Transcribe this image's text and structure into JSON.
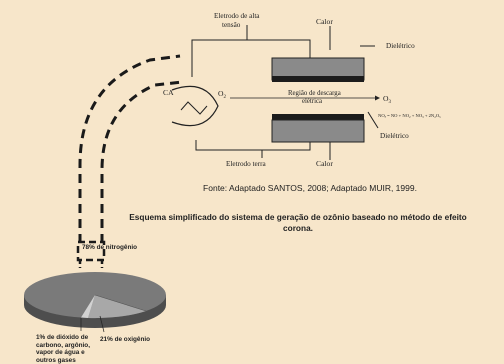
{
  "diagram": {
    "labels": {
      "high_voltage_electrode": [
        "Eletrodo de alta",
        "tensão"
      ],
      "heat_top": "Calor",
      "dielectric_top": "Dielétrico",
      "ca": "CA",
      "o2": "O",
      "o2_subscript": "2",
      "discharge_region": [
        "Região de descarga",
        "elétrica"
      ],
      "o3": "O",
      "o3_subscript": "3",
      "nox_formula": "NOₓ = NO + NO₂ + NO₃ + 2N₂O₅",
      "dielectric_bottom": "Dielétrico",
      "ground_electrode": "Eletrodo terra",
      "heat_bottom": "Calor"
    },
    "source": "Fonte: Adaptado SANTOS, 2008; Adaptado MUIR, 1999.",
    "caption": "Esquema simplificado do sistema de geração de ozônio baseado no método de efeito corona."
  },
  "air_composition": {
    "nitrogen_label": "78% de nitrogênio",
    "oxygen_label": "21% de oxigênio",
    "others_label": [
      "1% de dióxido de",
      "carbono, argônio,",
      "vapor de água e",
      "outros gases"
    ],
    "slices": [
      {
        "name": "nitrogênio",
        "percent": 78
      },
      {
        "name": "oxigênio",
        "percent": 21
      },
      {
        "name": "outros",
        "percent": 1
      }
    ],
    "colors": {
      "nitrogen": "#7a7a7a",
      "oxygen": "#a8a8a8",
      "others": "#d2d2d2"
    }
  },
  "colors": {
    "background": "#f7e6ca",
    "plate_fill": "#8a8a8a",
    "plate_dark": "#1c1c1c"
  }
}
